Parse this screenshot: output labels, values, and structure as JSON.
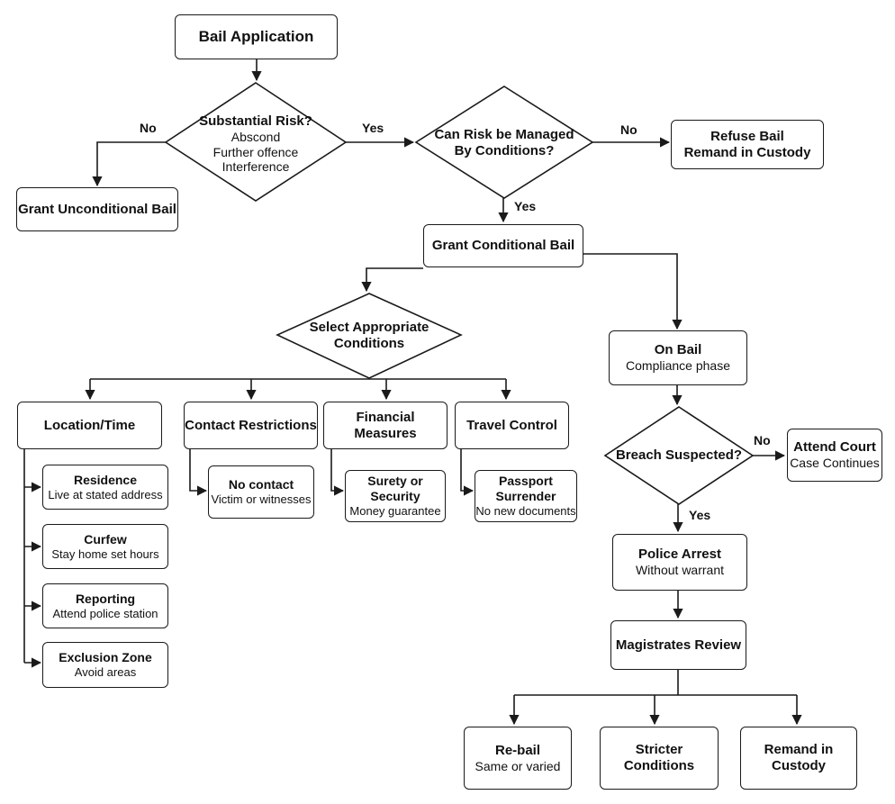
{
  "nodes": {
    "bail_application": {
      "title": "Bail Application"
    },
    "substantial_risk": {
      "title": "Substantial Risk?",
      "lines": [
        "Abscond",
        "Further offence",
        "Interference"
      ]
    },
    "can_manage": {
      "title": "Can Risk be Managed",
      "title2": "By Conditions?"
    },
    "refuse_bail": {
      "title": "Refuse Bail",
      "title2": "Remand in Custody"
    },
    "grant_unconditional": {
      "title": "Grant Unconditional Bail"
    },
    "grant_conditional": {
      "title": "Grant Conditional Bail"
    },
    "select_conditions": {
      "title": "Select Appropriate",
      "title2": "Conditions"
    },
    "on_bail": {
      "title": "On Bail",
      "sub": "Compliance phase"
    },
    "location_time": {
      "title": "Location/Time"
    },
    "contact_restrictions": {
      "title": "Contact Restrictions"
    },
    "financial_measures": {
      "title": "Financial Measures"
    },
    "travel_control": {
      "title": "Travel Control"
    },
    "residence": {
      "title": "Residence",
      "sub": "Live at stated address"
    },
    "curfew": {
      "title": "Curfew",
      "sub": "Stay home set hours"
    },
    "reporting": {
      "title": "Reporting",
      "sub": "Attend police station"
    },
    "exclusion_zone": {
      "title": "Exclusion Zone",
      "sub": "Avoid areas"
    },
    "no_contact": {
      "title": "No contact",
      "sub": "Victim or witnesses"
    },
    "surety": {
      "title": "Surety or Security",
      "sub": "Money guarantee"
    },
    "passport": {
      "title": "Passport Surrender",
      "sub": "No new documents"
    },
    "breach_suspected": {
      "title": "Breach Suspected?"
    },
    "attend_court": {
      "title": "Attend Court",
      "sub": "Case Continues"
    },
    "police_arrest": {
      "title": "Police Arrest",
      "sub": "Without warrant"
    },
    "magistrates_review": {
      "title": "Magistrates Review"
    },
    "rebail": {
      "title": "Re-bail",
      "sub": "Same or varied"
    },
    "stricter": {
      "title": "Stricter Conditions"
    },
    "remand": {
      "title": "Remand in Custody"
    }
  },
  "edge_labels": {
    "risk_no": "No",
    "risk_yes": "Yes",
    "manage_no": "No",
    "manage_yes": "Yes",
    "breach_no": "No",
    "breach_yes": "Yes"
  }
}
